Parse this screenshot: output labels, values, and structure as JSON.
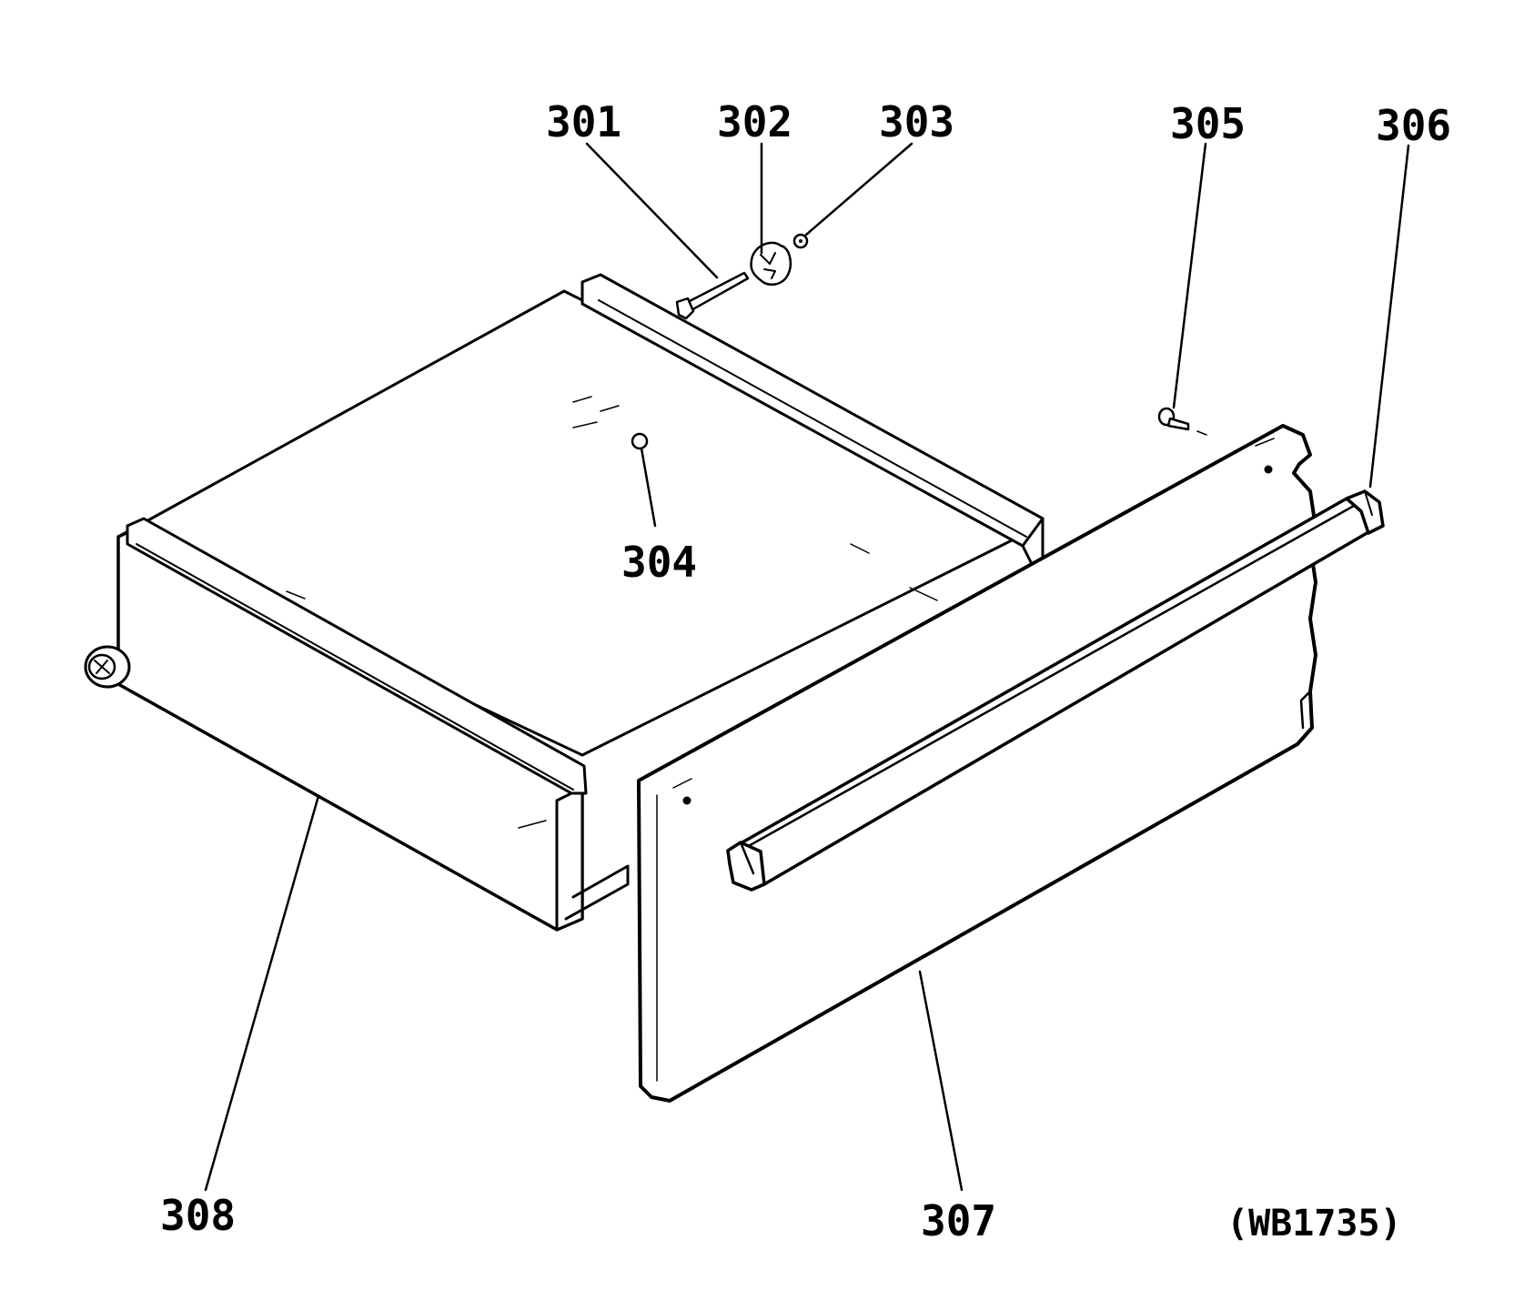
{
  "diagram": {
    "parts": [
      {
        "id": "301",
        "label": "301"
      },
      {
        "id": "302",
        "label": "302"
      },
      {
        "id": "303",
        "label": "303"
      },
      {
        "id": "304",
        "label": "304"
      },
      {
        "id": "305",
        "label": "305"
      },
      {
        "id": "306",
        "label": "306"
      },
      {
        "id": "307",
        "label": "307"
      },
      {
        "id": "308",
        "label": "308"
      }
    ],
    "model_code": "(WB1735)"
  }
}
